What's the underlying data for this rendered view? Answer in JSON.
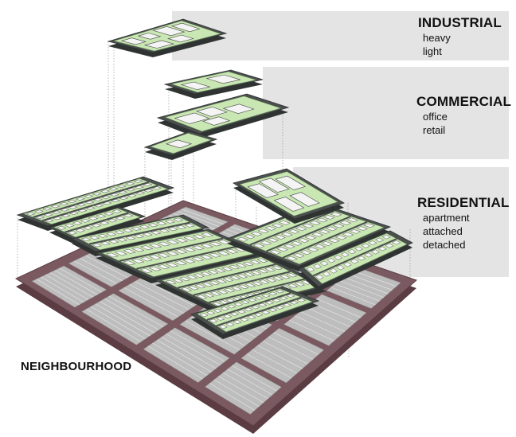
{
  "categories": [
    {
      "name": "INDUSTRIAL",
      "items": [
        "heavy",
        "light"
      ]
    },
    {
      "name": "COMMERCIAL",
      "items": [
        "office",
        "retail"
      ]
    },
    {
      "name": "RESIDENTIAL",
      "items": [
        "apartment",
        "attached",
        "detached"
      ]
    }
  ],
  "base_label": "NEIGHBOURHOOD",
  "colors": {
    "band": "#e4e4e4",
    "base_plate": "#7a5a60",
    "base_edge": "#5a3c42",
    "layer_frame": "#4b4f4e",
    "lot_green": "#c9e7b3",
    "road": "#bdbdbd",
    "building": "#f4f4f4"
  }
}
